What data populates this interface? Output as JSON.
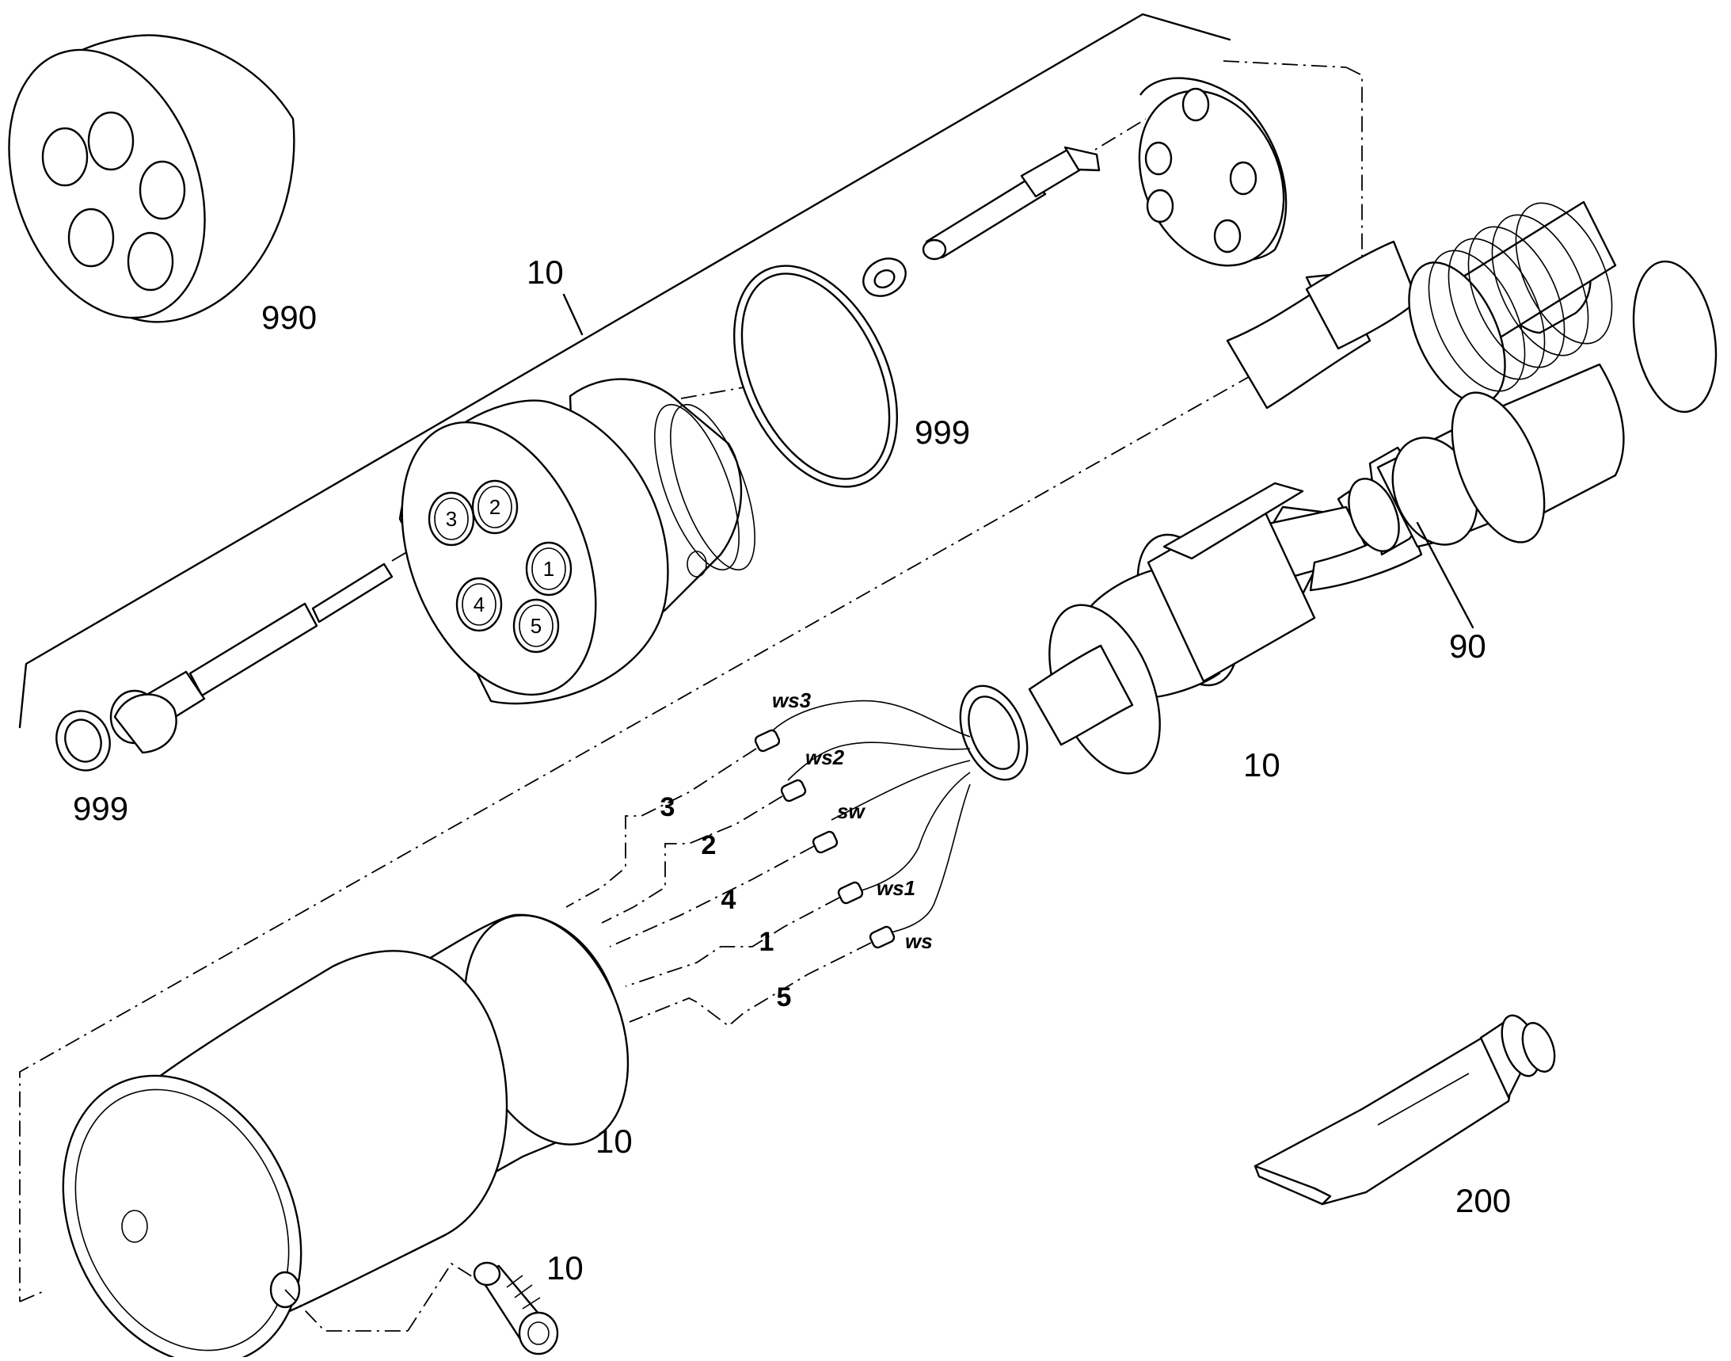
{
  "callouts": {
    "magnet_ring": "990",
    "assembly_top": "10",
    "oring_large": "999",
    "oring_small": "999",
    "connector_nut": "10",
    "sleeve": "90",
    "housing": "10",
    "set_screw": "10",
    "grease_tube": "200"
  },
  "connector_holes": [
    "1",
    "2",
    "3",
    "4",
    "5"
  ],
  "pin_numbers": {
    "p3": "3",
    "p2": "2",
    "p4": "4",
    "p1": "1",
    "p5": "5"
  },
  "wire_labels": {
    "ws3": "ws3",
    "ws2": "ws2",
    "sw": "sw",
    "ws1": "ws1",
    "ws": "ws"
  }
}
